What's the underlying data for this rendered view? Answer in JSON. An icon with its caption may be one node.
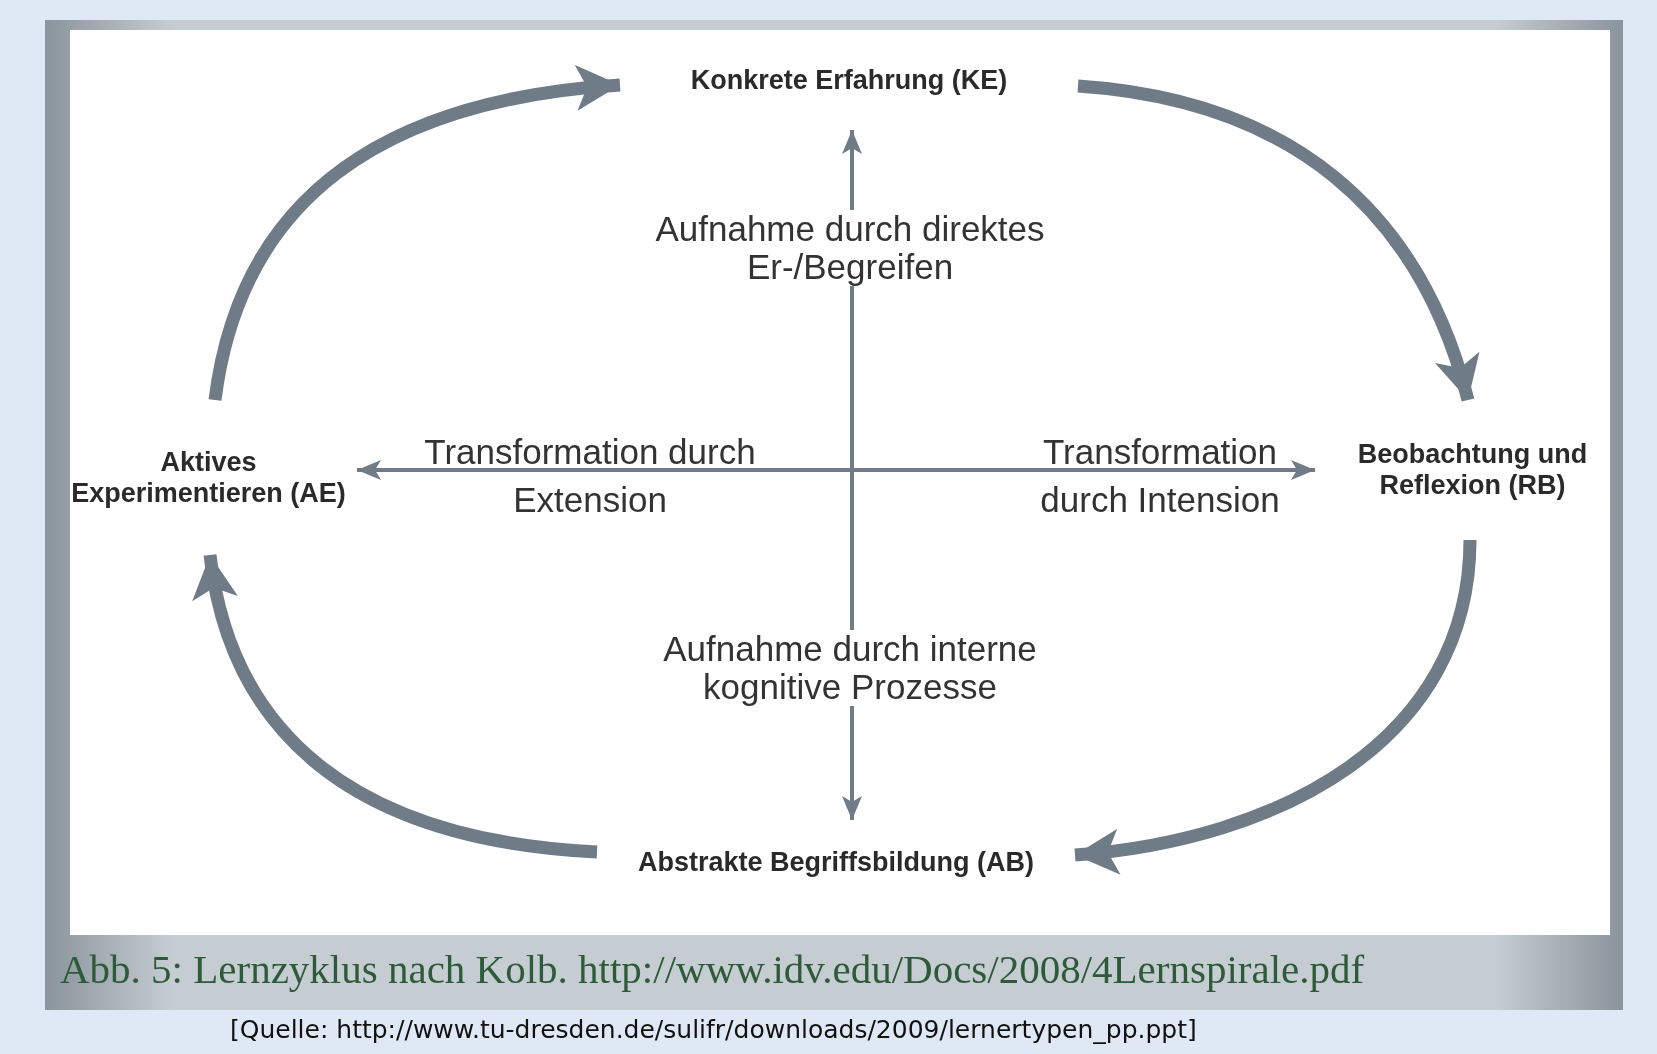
{
  "diagram": {
    "caption": "Abb. 5: Lernzyklus nach Kolb. http://www.idv.edu/Docs/2008/4Lernspirale.pdf",
    "nodes": [
      {
        "text": [
          "Konkrete Erfahrung (KE)"
        ]
      },
      {
        "text": [
          "Beobachtung und Reflexion (RB)"
        ]
      },
      {
        "text": [
          "Abstrakte Begriffsbildung (AB)"
        ]
      },
      {
        "text": [
          "Aktives Experimentieren (AE)"
        ]
      }
    ],
    "edges": [
      {
        "from": 0,
        "to": 1,
        "arrow": "to",
        "style": "thick"
      },
      {
        "from": 1,
        "to": 2,
        "arrow": "to",
        "style": "thick"
      },
      {
        "from": 2,
        "to": 3,
        "arrow": "to",
        "style": "thick"
      },
      {
        "from": 3,
        "to": 0,
        "arrow": "to",
        "style": "thick"
      },
      {
        "from": null,
        "to": 0,
        "arrow": "to",
        "label": "Aufnahme durch direktes Er-/Begreifen"
      },
      {
        "from": null,
        "to": 1,
        "arrow": "to",
        "label": "Transformation durch Intension"
      },
      {
        "from": null,
        "to": 2,
        "arrow": "to",
        "label": "Aufnahme durch interne kognitive Prozesse"
      },
      {
        "from": null,
        "to": 3,
        "arrow": "to",
        "label": "Transformation durch Extension"
      }
    ],
    "labels": [
      "[Quelle: http://www.tu-dresden.de/sulifr/downloads/2009/lernertypen_pp.ppt]"
    ]
  }
}
